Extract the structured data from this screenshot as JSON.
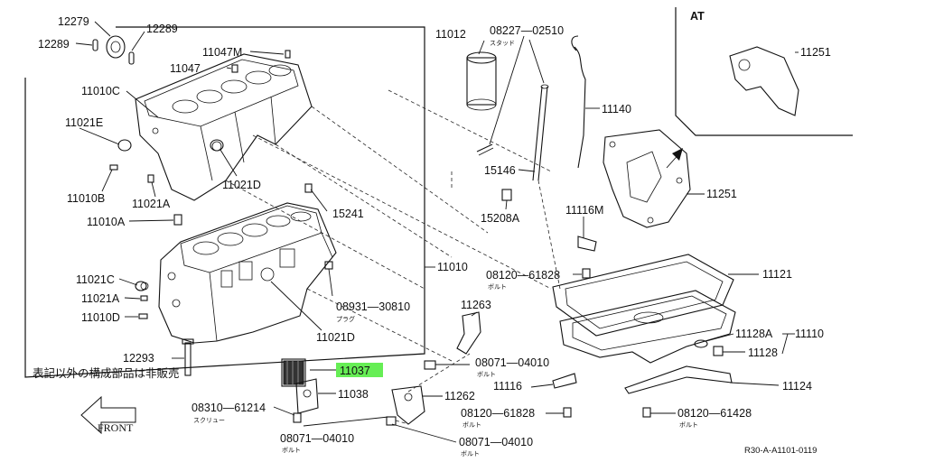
{
  "labels": {
    "p12279": "12279",
    "p12289a": "12289",
    "p12289b": "12289",
    "p11047m": "11047M",
    "p11047": "11047",
    "p11010c": "11010C",
    "p11021e": "11021E",
    "p11010b": "11010B",
    "p11021a_top": "11021A",
    "p11021d_top": "11021D",
    "p11010a": "11010A",
    "p15241": "15241",
    "p11021c": "11021C",
    "p11021a": "11021A",
    "p11010d": "11010D",
    "p08931": "08931—30810",
    "p11021d": "11021D",
    "p11010": "11010",
    "p12293": "12293",
    "p11037": "11037",
    "p11038": "11038",
    "p08310": "08310—61214",
    "p08071a": "08071—04010",
    "p11012": "11012",
    "p08227": "08227—02510",
    "p11140": "11140",
    "p15146": "15146",
    "p15208a": "15208A",
    "p11116m": "11116M",
    "p08120a": "08120—61828",
    "p11263": "11263",
    "p08071b": "08071—04010",
    "p11116": "11116",
    "p11262": "11262",
    "p08120b": "08120—61828",
    "p08071c": "08071—04010",
    "p11251_at": "11251",
    "p11251": "11251",
    "p11121": "11121",
    "p11128a": "11128A",
    "p11110": "11110",
    "p11128": "11128",
    "p11124": "11124",
    "p08120c": "08120—61428"
  },
  "jp": {
    "stud": "スタッド",
    "plug": "プラグ",
    "bolt1": "ボルト",
    "bolt2": "ボルト",
    "bolt3": "ボルト",
    "bolt4": "ボルト",
    "bolt5": "ボルト",
    "bolt6": "ボルト",
    "screw": "スクリュー"
  },
  "notes": {
    "at_label": "AT",
    "not_sold": "表記以外の構成部品は非販売",
    "front": "FRONT",
    "diagram_code": "R30-A-A1101-0119"
  },
  "colors": {
    "highlight": "#66ee55",
    "line": "#111111"
  }
}
